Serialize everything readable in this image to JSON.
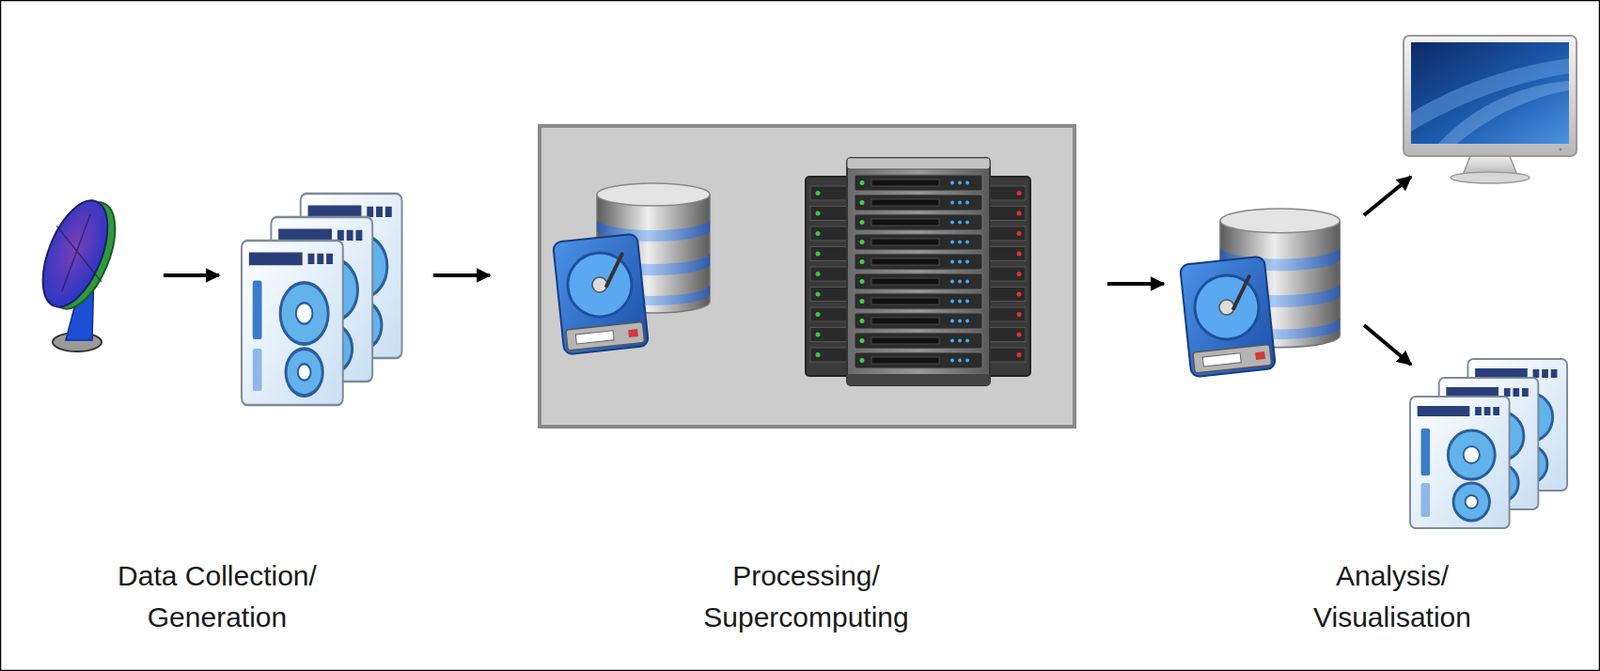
{
  "diagram": {
    "labels": [
      "Data Collection/ Generation",
      "Processing/ Supercomputing",
      "Analysis/ Visualisation"
    ]
  }
}
